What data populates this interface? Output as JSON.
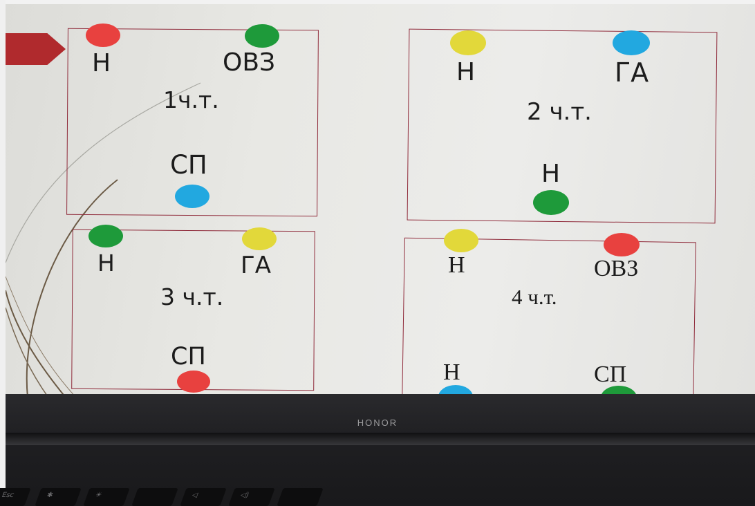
{
  "colors": {
    "red": "#e8413f",
    "green": "#1e9a3a",
    "yellow": "#e2d83a",
    "blue": "#22a8e0",
    "border": "#8f2a3a",
    "arrow": "#b02a2d"
  },
  "boxes": [
    {
      "title": "1ч.т.",
      "labels": [
        "Н",
        "ОВЗ",
        "СП"
      ],
      "dots": [
        "red",
        "green",
        "blue"
      ]
    },
    {
      "title": "2 ч.т.",
      "labels": [
        "Н",
        "ГА",
        "Н"
      ],
      "dots": [
        "yellow",
        "blue",
        "green"
      ]
    },
    {
      "title": "3 ч.т.",
      "labels": [
        "Н",
        "ГА",
        "СП"
      ],
      "dots": [
        "green",
        "yellow",
        "red"
      ]
    },
    {
      "title": "4 ч.т.",
      "labels": [
        "Н",
        "ОВЗ",
        "Н",
        "СП"
      ],
      "dots": [
        "yellow",
        "red",
        "blue",
        "green"
      ]
    }
  ],
  "laptop": {
    "brand": "HONOR",
    "keys": [
      "Esc",
      "✱",
      "☀",
      "",
      "◁",
      "◁)",
      ""
    ]
  }
}
